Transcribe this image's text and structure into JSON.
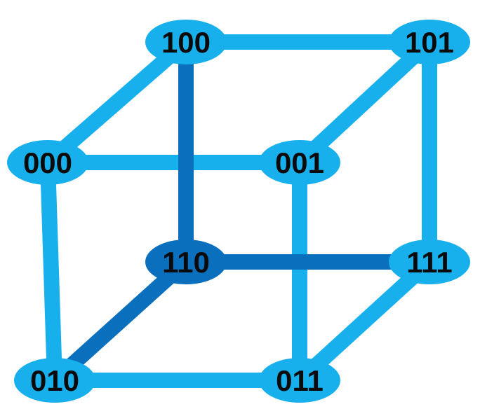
{
  "colors": {
    "light": "#18b0ec",
    "dark": "#0a6fbd",
    "label": "#0a0a0a",
    "background": "#ffffff"
  },
  "nodes": [
    {
      "id": "000",
      "label": "000",
      "tone": "light"
    },
    {
      "id": "001",
      "label": "001",
      "tone": "light"
    },
    {
      "id": "010",
      "label": "010",
      "tone": "light"
    },
    {
      "id": "011",
      "label": "011",
      "tone": "light"
    },
    {
      "id": "100",
      "label": "100",
      "tone": "light"
    },
    {
      "id": "101",
      "label": "101",
      "tone": "light"
    },
    {
      "id": "110",
      "label": "110",
      "tone": "dark"
    },
    {
      "id": "111",
      "label": "111",
      "tone": "light"
    }
  ],
  "edges": [
    {
      "from": "100",
      "to": "101",
      "tone": "light"
    },
    {
      "from": "000",
      "to": "001",
      "tone": "light"
    },
    {
      "from": "010",
      "to": "011",
      "tone": "light"
    },
    {
      "from": "110",
      "to": "111",
      "tone": "dark"
    },
    {
      "from": "000",
      "to": "010",
      "tone": "light"
    },
    {
      "from": "001",
      "to": "011",
      "tone": "light"
    },
    {
      "from": "100",
      "to": "110",
      "tone": "dark"
    },
    {
      "from": "101",
      "to": "111",
      "tone": "light"
    },
    {
      "from": "000",
      "to": "100",
      "tone": "light"
    },
    {
      "from": "001",
      "to": "101",
      "tone": "light"
    },
    {
      "from": "010",
      "to": "110",
      "tone": "dark"
    },
    {
      "from": "011",
      "to": "111",
      "tone": "light"
    }
  ]
}
